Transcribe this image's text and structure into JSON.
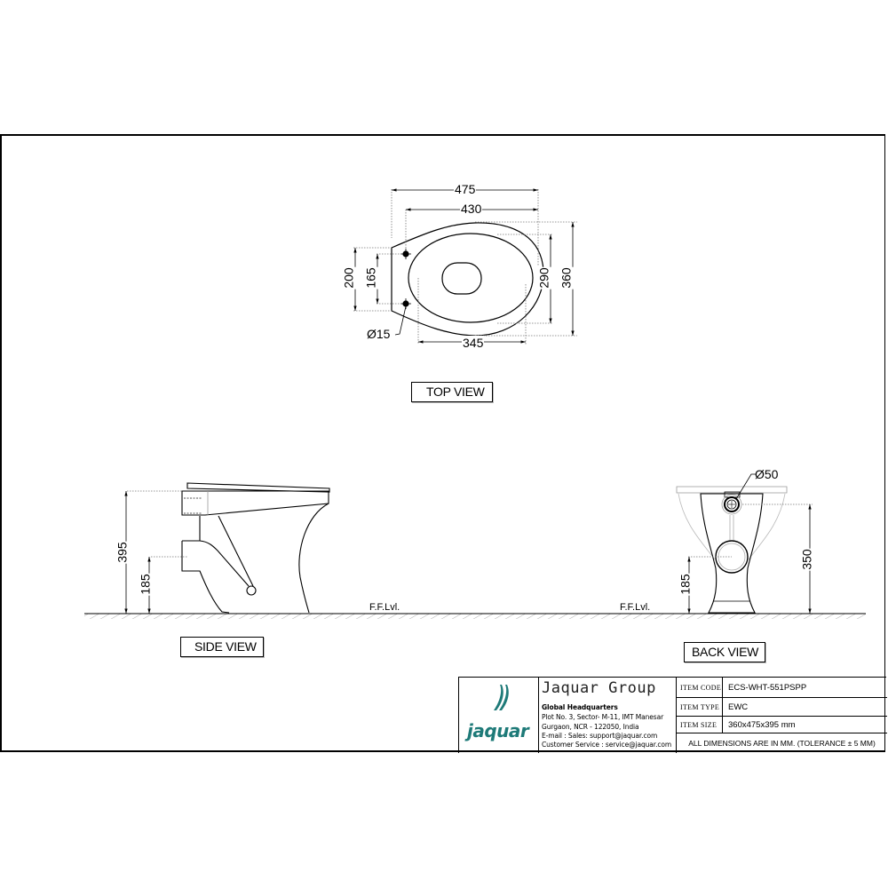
{
  "drawing": {
    "views": {
      "top": {
        "label": "TOP VIEW",
        "dimensions": {
          "overall_length": "475",
          "seat_length": "430",
          "overall_width": "360",
          "bowl_width": "290",
          "bolt_span_outer": "200",
          "bolt_span_inner": "165",
          "bowl_length": "345",
          "bolt_hole_dia": "Ø15"
        }
      },
      "side": {
        "label": "SIDE VIEW",
        "dimensions": {
          "overall_height": "395",
          "outlet_height": "185"
        },
        "floor_label": "F.F.Lvl."
      },
      "back": {
        "label": "BACK VIEW",
        "dimensions": {
          "inlet_dia": "Ø50",
          "inlet_height": "350",
          "outlet_height": "185"
        },
        "floor_label": "F.F.Lvl."
      }
    },
    "colors": {
      "line": "#000000",
      "logo_teal": "#1e7a78",
      "hidden_line": "#555555"
    }
  },
  "title_block": {
    "logo_text": "jaquar",
    "company": {
      "name": "Jaquar Group",
      "lines": [
        "Global Headquarters",
        "Plot No. 3, Sector- M-11, IMT Manesar",
        "Gurgaon, NCR - 122050, India",
        "E-mail : Sales: support@jaquar.com",
        "Customer Service : service@jaquar.com"
      ]
    },
    "fields": [
      {
        "key": "ITEM CODE",
        "value": "ECS-WHT-551PSPP"
      },
      {
        "key": "ITEM TYPE",
        "value": "EWC"
      },
      {
        "key": "ITEM SIZE",
        "value": "360x475x395 mm"
      }
    ],
    "note": "ALL DIMENSIONS ARE IN MM. (TOLERANCE ± 5 MM)"
  }
}
